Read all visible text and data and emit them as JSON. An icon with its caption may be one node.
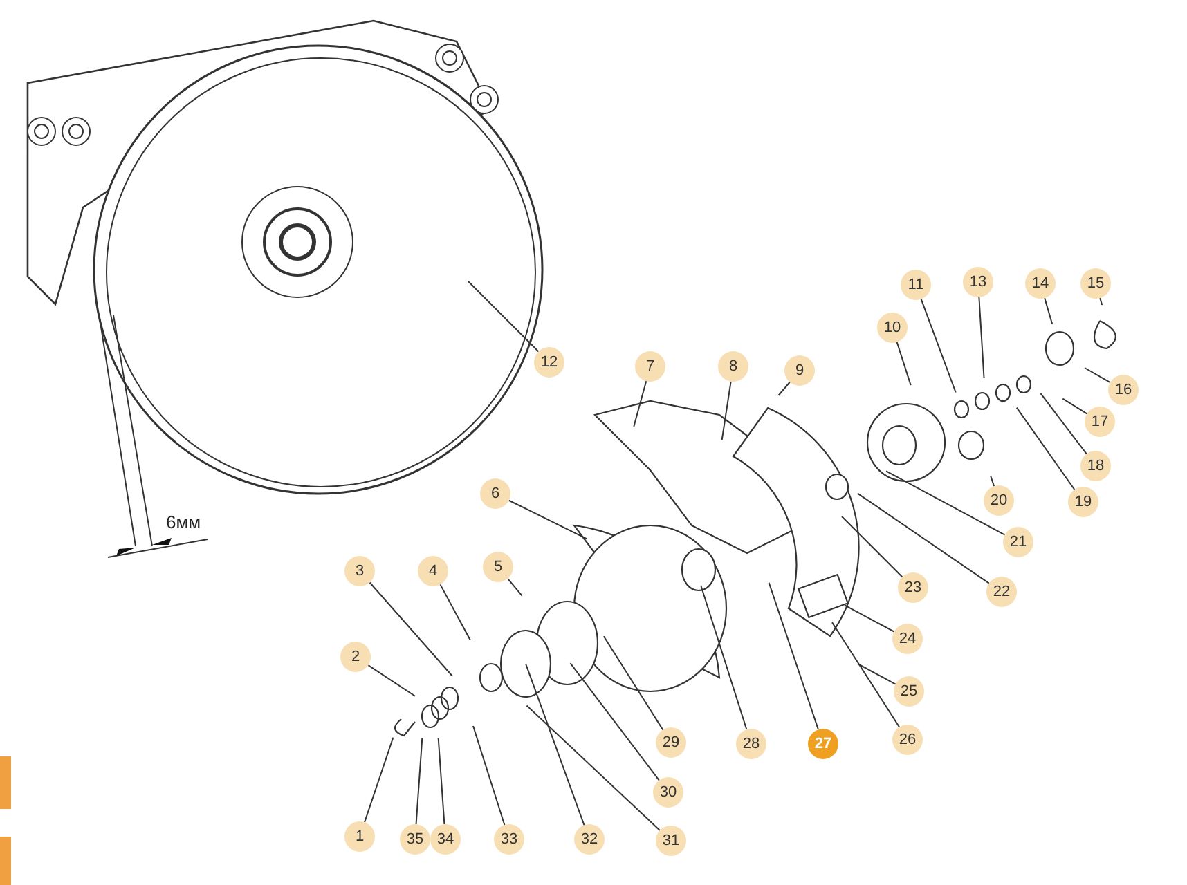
{
  "diagram": {
    "nodes": [
      {
        "text": [
          "1"
        ]
      },
      {
        "text": [
          "2"
        ]
      },
      {
        "text": [
          "3"
        ]
      },
      {
        "text": [
          "4"
        ]
      },
      {
        "text": [
          "5"
        ]
      },
      {
        "text": [
          "6"
        ]
      },
      {
        "text": [
          "7"
        ]
      },
      {
        "text": [
          "8"
        ]
      },
      {
        "text": [
          "9"
        ]
      },
      {
        "text": [
          "10"
        ]
      },
      {
        "text": [
          "11"
        ]
      },
      {
        "text": [
          "12"
        ]
      },
      {
        "text": [
          "13"
        ]
      },
      {
        "text": [
          "14"
        ]
      },
      {
        "text": [
          "15"
        ]
      },
      {
        "text": [
          "16"
        ]
      },
      {
        "text": [
          "17"
        ]
      },
      {
        "text": [
          "18"
        ]
      },
      {
        "text": [
          "19"
        ]
      },
      {
        "text": [
          "20"
        ]
      },
      {
        "text": [
          "21"
        ]
      },
      {
        "text": [
          "22"
        ]
      },
      {
        "text": [
          "23"
        ]
      },
      {
        "text": [
          "24"
        ]
      },
      {
        "text": [
          "25"
        ]
      },
      {
        "text": [
          "26"
        ]
      },
      {
        "text": [
          "27"
        ]
      },
      {
        "text": [
          "28"
        ]
      },
      {
        "text": [
          "29"
        ]
      },
      {
        "text": [
          "30"
        ]
      },
      {
        "text": [
          "31"
        ]
      },
      {
        "text": [
          "32"
        ]
      },
      {
        "text": [
          "33"
        ]
      },
      {
        "text": [
          "34"
        ]
      },
      {
        "text": [
          "35"
        ]
      }
    ],
    "edges": [
      {
        "from": 0,
        "to": null,
        "arrow": "none"
      },
      {
        "from": 1,
        "to": null,
        "arrow": "none"
      },
      {
        "from": 2,
        "to": null,
        "arrow": "none"
      },
      {
        "from": 3,
        "to": null,
        "arrow": "none"
      },
      {
        "from": 4,
        "to": null,
        "arrow": "none"
      },
      {
        "from": 5,
        "to": null,
        "arrow": "none"
      },
      {
        "from": 6,
        "to": null,
        "arrow": "none"
      },
      {
        "from": 7,
        "to": null,
        "arrow": "none"
      },
      {
        "from": 8,
        "to": null,
        "arrow": "none"
      },
      {
        "from": 9,
        "to": null,
        "arrow": "none"
      },
      {
        "from": 10,
        "to": null,
        "arrow": "none"
      },
      {
        "from": 11,
        "to": null,
        "arrow": "none"
      },
      {
        "from": 12,
        "to": null,
        "arrow": "none"
      },
      {
        "from": 13,
        "to": null,
        "arrow": "none"
      },
      {
        "from": 14,
        "to": null,
        "arrow": "none"
      },
      {
        "from": 15,
        "to": null,
        "arrow": "none"
      },
      {
        "from": 16,
        "to": null,
        "arrow": "none"
      },
      {
        "from": 17,
        "to": null,
        "arrow": "none"
      },
      {
        "from": 18,
        "to": null,
        "arrow": "none"
      },
      {
        "from": 19,
        "to": null,
        "arrow": "none"
      },
      {
        "from": 20,
        "to": null,
        "arrow": "none"
      },
      {
        "from": 21,
        "to": null,
        "arrow": "none"
      },
      {
        "from": 22,
        "to": null,
        "arrow": "none"
      },
      {
        "from": 23,
        "to": null,
        "arrow": "none"
      },
      {
        "from": 24,
        "to": null,
        "arrow": "none"
      },
      {
        "from": 25,
        "to": null,
        "arrow": "none"
      },
      {
        "from": 26,
        "to": null,
        "arrow": "none"
      },
      {
        "from": 27,
        "to": null,
        "arrow": "none"
      },
      {
        "from": 28,
        "to": null,
        "arrow": "none"
      },
      {
        "from": 29,
        "to": null,
        "arrow": "none"
      },
      {
        "from": 30,
        "to": null,
        "arrow": "none"
      },
      {
        "from": 31,
        "to": null,
        "arrow": "none"
      },
      {
        "from": 32,
        "to": null,
        "arrow": "none"
      },
      {
        "from": 33,
        "to": null,
        "arrow": "none"
      },
      {
        "from": 34,
        "to": null,
        "arrow": "none"
      }
    ],
    "labels": [
      "6мм"
    ]
  }
}
